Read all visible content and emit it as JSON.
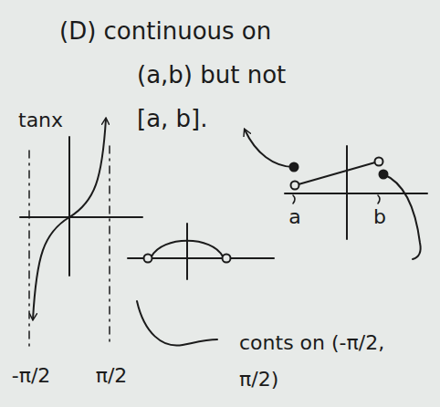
{
  "diagram": {
    "title": "(D) continuous on (a,b) but not [a, b].",
    "labels": [
      "tanx",
      "-π/2",
      "π/2",
      "a",
      "b",
      "conts on (-π/2, π/2)"
    ]
  }
}
